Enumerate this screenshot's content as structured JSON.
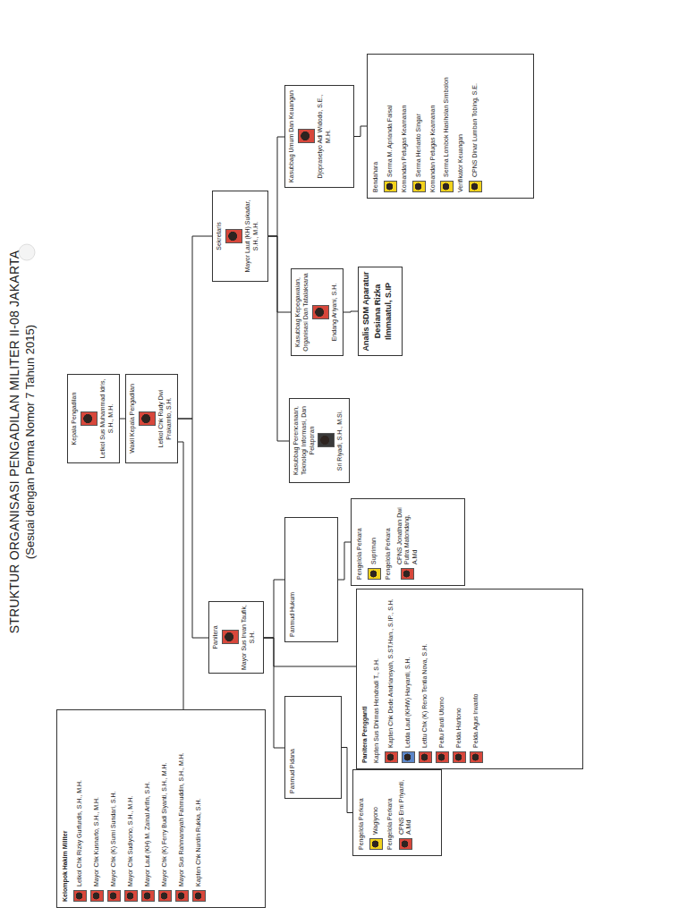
{
  "diagram": {
    "title": "STRUKTUR ORGANISASI PENGADILAN MILITER II-08 JAKARTA",
    "nodes": [
      {
        "text": [
          "Kepala Pengadilan",
          "Letkol Sus Muhammad Idris, S.H., M.H."
        ]
      },
      {
        "text": [
          "Wakil Kepala Pengadilan",
          "Letkol Chk Rudy Dwi Prakamto, S.H."
        ]
      },
      {
        "text": [
          "Kelompok Hakim Militer",
          "Letkol Chk Rizky Gurfurdis, S.H., M.H.",
          "Mayor Chk Kusnarto, S.H., M.H.",
          "Mayor Chk (K) Sumi Sundari, S.H.",
          "Mayor Chk Sudiyono, S.H., M.H.",
          "Mayor Laut (KH) M. Zainal Arifin, S.H.",
          "Mayor Chk (K) Ferry Budi Siyanti, S.H., M.H.",
          "Mayor Sus Rahmansyah Fahmuddin, S.H., M.H.",
          "Kapten Chk Nurdin Rukka, S.H."
        ]
      },
      {
        "text": [
          "Sekretaris",
          "Mayor Laut (KH) Sukadar, S.H., M.H."
        ]
      },
      {
        "text": [
          "Kasubbag Perencanaan, Teknologi Informasi, Dan Pelaporan",
          "Sri Riyadi, S.H., M.Si."
        ]
      },
      {
        "text": [
          "Kasubbag Kepegawaian, Organisasi Dan Tatalaksana",
          "Endang Ariyani, S.H."
        ]
      },
      {
        "text": [
          "Analis SDM Aparatur",
          "Desiana Rizka Ilmmaatul, S.IP"
        ]
      },
      {
        "text": [
          "Kasubbag Umum Dan Keuangan",
          "Djoprasetyo Adi Widodo, S.E., M.H."
        ]
      },
      {
        "text": [
          "Bendahara",
          "Serma M. Aprianda Faisal",
          "Komandan Petugas Keamanan",
          "Serma Heriasto Singar",
          "Komandan Petugas Keamanan",
          "Serma Lombok Hasiholan Simbolon",
          "Verifikator Keuangan",
          "CPNS Dinar Lumban Tobing, S.E."
        ]
      },
      {
        "text": [
          "Panitera",
          "Mayor Sus Irvan Taufik, S.H."
        ]
      },
      {
        "text": [
          "Panmud Hukum"
        ]
      },
      {
        "text": [
          "Pengelola Perkara",
          "Supriman",
          "Pengelola Perkara",
          "CPNS Jonathan Dwi Putra Matondang, A.Md"
        ]
      },
      {
        "text": [
          "Panitera Pengganti",
          "Kapten Sus Dhimas Hendradi T., S.H.",
          "Kapten Chk Dede Andriansyah, S.ST.Han., S.IP., S.H.",
          "Letda Laut (KHW) Haryanti, S.H.",
          "Lettu Chk (K) Reno Tentia Nova, S.H.",
          "Peltu Pardi Utomo",
          "Pelda Hartono",
          "Pelda Agus Irwanto"
        ]
      },
      {
        "text": [
          "Panmud Pidana"
        ]
      },
      {
        "text": [
          "Pengelola Perkara",
          "Wagiyono",
          "Pengelola Perkara",
          "CPNS Erni Priyanti, A.Md"
        ]
      }
    ],
    "edges": [
      {
        "from": 0,
        "to": 1,
        "arrow": "none"
      },
      {
        "from": 1,
        "to": 2,
        "arrow": "none"
      },
      {
        "from": 1,
        "to": 3,
        "arrow": "none"
      },
      {
        "from": 1,
        "to": 9,
        "arrow": "none"
      },
      {
        "from": 3,
        "to": 7,
        "arrow": "none"
      },
      {
        "from": 3,
        "to": 5,
        "arrow": "none"
      },
      {
        "from": 3,
        "to": 4,
        "arrow": "none"
      },
      {
        "from": 5,
        "to": 6,
        "arrow": "none"
      },
      {
        "from": 7,
        "to": 8,
        "arrow": "none"
      },
      {
        "from": 9,
        "to": 10,
        "arrow": "none"
      },
      {
        "from": 9,
        "to": 13,
        "arrow": "none"
      },
      {
        "from": 9,
        "to": 12,
        "arrow": "none"
      },
      {
        "from": 10,
        "to": 11,
        "arrow": "none"
      },
      {
        "from": 13,
        "to": 14,
        "arrow": "none"
      }
    ],
    "labels": [
      "(Sesuai dengan Perma Nomor 7 Tahun 2015)"
    ]
  }
}
